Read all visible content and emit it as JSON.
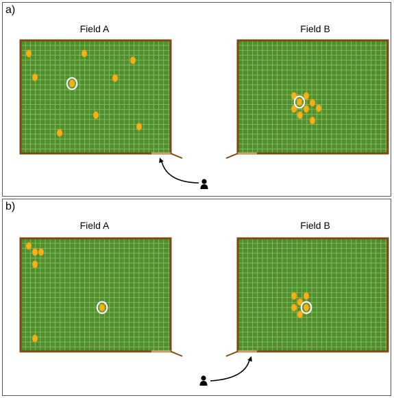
{
  "colors": {
    "field_fill": "#4e8f2c",
    "grid_line": "#8bbe6a",
    "fence": "#7a4a10",
    "gate": "#c4a06a",
    "coin_fill": "#f2b21b",
    "coin_stroke": "#e89a00",
    "highlight_ring": "#ffffff",
    "person": "#000000"
  },
  "panels": [
    {
      "label": "a)",
      "field_left_title": "Field A",
      "field_right_title": "Field B"
    },
    {
      "label": "b)",
      "field_left_title": "Field A",
      "field_right_title": "Field B"
    }
  ],
  "icons": {
    "coin": "yellow-oval-icon",
    "person": "person-icon",
    "arrow": "curved-arrow-icon"
  }
}
